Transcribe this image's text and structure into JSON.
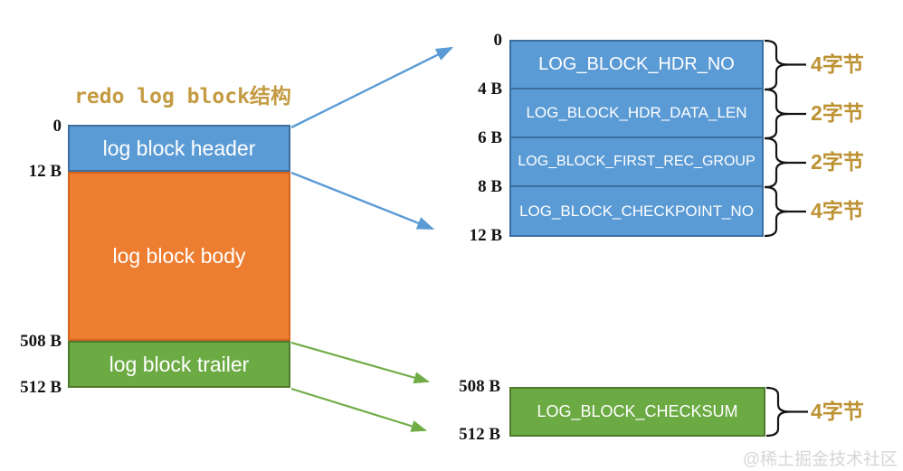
{
  "title": "redo log block结构",
  "watermark": "@稀土掘金技术社区",
  "colors": {
    "header_blue": "#5B9BD5",
    "body_orange": "#ED7D31",
    "trailer_green": "#6CAB44",
    "accent_gold": "#BD9233",
    "border_blue": "#3C6E9F",
    "border_green": "#4E7A2E"
  },
  "overview": {
    "offsets": [
      "0",
      "12 B",
      "508 B",
      "512 B"
    ],
    "blocks": [
      {
        "label": "log block header"
      },
      {
        "label": "log block body"
      },
      {
        "label": "log block trailer"
      }
    ]
  },
  "header_detail": {
    "offsets": [
      "0",
      "4 B",
      "6 B",
      "8 B",
      "12 B"
    ],
    "fields": [
      {
        "name": "LOG_BLOCK_HDR_NO",
        "size": "4字节"
      },
      {
        "name": "LOG_BLOCK_HDR_DATA_LEN",
        "size": "2字节"
      },
      {
        "name": "LOG_BLOCK_FIRST_REC_GROUP",
        "size": "2字节"
      },
      {
        "name": "LOG_BLOCK_CHECKPOINT_NO",
        "size": "4字节"
      }
    ]
  },
  "trailer_detail": {
    "offsets": [
      "508 B",
      "512 B"
    ],
    "fields": [
      {
        "name": "LOG_BLOCK_CHECKSUM",
        "size": "4字节"
      }
    ]
  }
}
